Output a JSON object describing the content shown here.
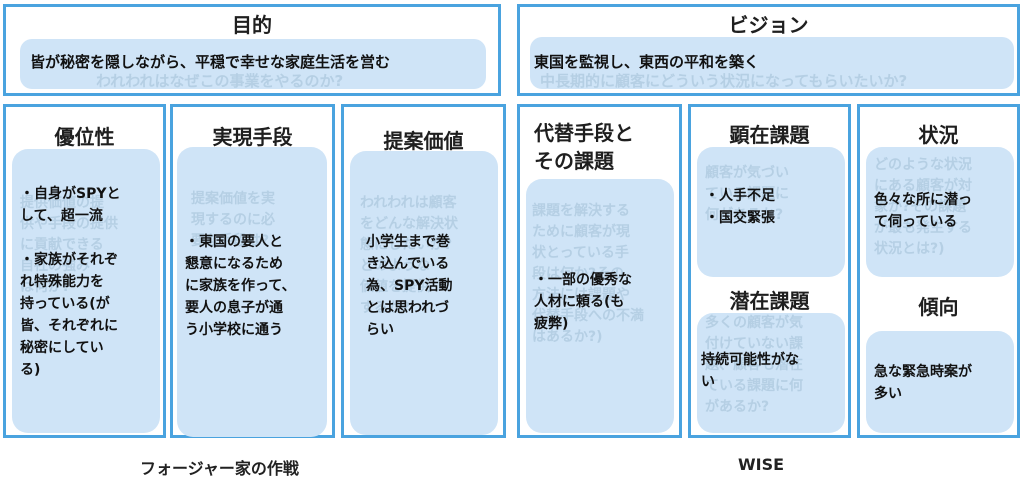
{
  "purpose": {
    "title": "目的",
    "main": "皆が秘密を隠しながら、平穏で幸せな家庭生活を営む",
    "ghost": "われわれはなぜこの事業をやるのか?"
  },
  "vision": {
    "title": "ビジョン",
    "main": "東国を監視し、東西の平和を築く",
    "ghost": "中長期的に顧客にどういう状況になってもらいたいか?"
  },
  "advantage": {
    "title": "優位性",
    "ghost": "提供価値の提\n供や手段の提供\nに貢献できる\n自社の強み\nは何か?",
    "main": "・自身がSPYと\nして、超一流\n\n・家族がそれぞ\nれ特殊能力を\n持っている(が\n皆、それぞれに\n秘密にしてい\nる)"
  },
  "means": {
    "title": "実現手段",
    "ghost": "提案価値を実\n現するのに必\n要な手段は?",
    "main": "・東国の要人と\n懇意になるため\nに家族を作って、\n要人の息子が通\nう小学校に通う"
  },
  "value": {
    "title": "提案価値",
    "ghost": "われわれは顧客\nをどんな解決状\n態にしたいか?\nどのような\n価値を提供\nするか?",
    "main": "小学生まで巻\nき込んでいる\n為、SPY活動\nとは思われづ\nらい"
  },
  "alternatives": {
    "title": "代替手段と\nその課題",
    "ghost": "課題を解決する\nために顧客が現\n状とっている手\n段は何か?その\n方法には課題や\n代替手段への不満\nはあるか?)",
    "main": "・一部の優秀な\n人材に頼る(も\n疲弊)"
  },
  "explicit_issue": {
    "title": "顕在課題",
    "ghost": "顧客が気づい\nている課題に\n何があるか?",
    "main": "・人手不足\n・国交緊張"
  },
  "latent_issue": {
    "title": "潜在課題",
    "ghost": "多くの顧客が気\n付けていない課\n題、顧客も潜在\nている課題に何\nがあるか?",
    "main": "持続可能性がな\nい"
  },
  "situation": {
    "title": "状況",
    "ghost": "どのような状況\nにある顧客が対\n象か?その課題\nが最も発生する\n状況とは?)",
    "main": "色々な所に潜っ\nて伺っている"
  },
  "tendency": {
    "title": "傾向",
    "main": "急な緊急時案が\n多い"
  },
  "footer": {
    "left": "フォージャー家の作戦",
    "right": "WISE"
  },
  "colors": {
    "border": "#4aa3df",
    "bubble": "#cfe4f7",
    "ghost_text": "#b5cfe4"
  }
}
